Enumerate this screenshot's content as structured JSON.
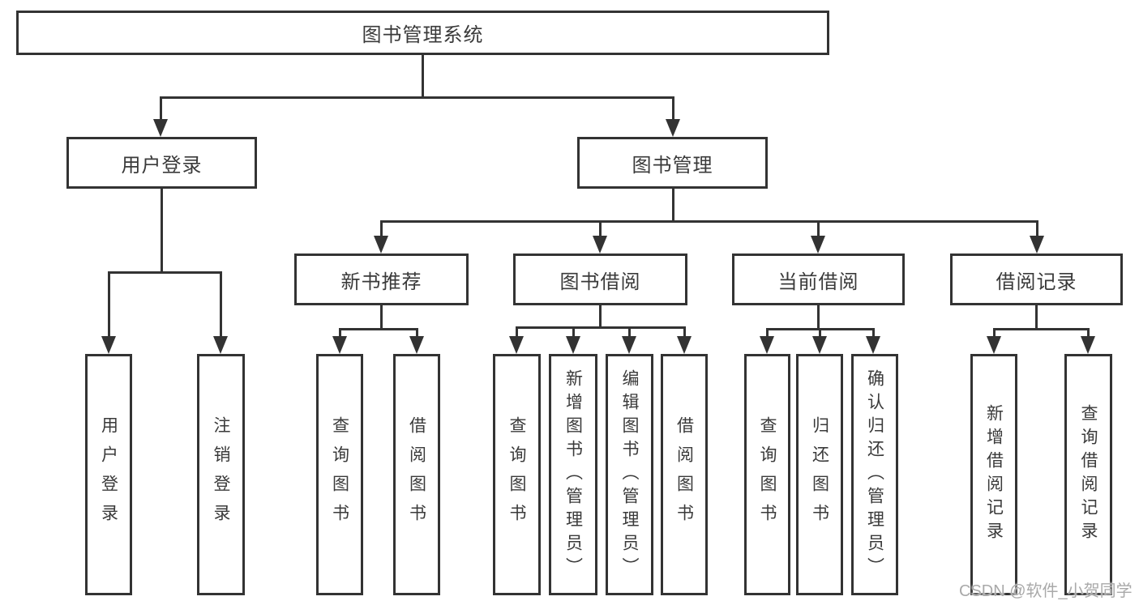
{
  "nodes": {
    "root": "图书管理系统",
    "user_login": "用户登录",
    "book_mgmt": "图书管理",
    "new_book": "新书推荐",
    "book_borrow": "图书借阅",
    "current_borrow": "当前借阅",
    "borrow_record": "借阅记录"
  },
  "leaves": [
    "用户登录",
    "注销登录",
    "查询图书",
    "借阅图书",
    "查询图书",
    "新增图书（管理员）",
    "编辑图书（管理员）",
    "借阅图书",
    "查询图书",
    "归还图书",
    "确认归还（管理员）",
    "新增借阅记录",
    "查询借阅记录"
  ],
  "hierarchy": {
    "图书管理系统": {
      "用户登录": [
        "用户登录",
        "注销登录"
      ],
      "图书管理": {
        "新书推荐": [
          "查询图书",
          "借阅图书"
        ],
        "图书借阅": [
          "查询图书",
          "新增图书（管理员）",
          "编辑图书（管理员）",
          "借阅图书"
        ],
        "当前借阅": [
          "查询图书",
          "归还图书",
          "确认归还（管理员）"
        ],
        "借阅记录": [
          "新增借阅记录",
          "查询借阅记录"
        ]
      }
    }
  },
  "watermark": "CSDN @软件_小贺同学",
  "colors": {
    "line": "#333333",
    "text": "#3a3a3a",
    "watermark": "#a9a9a9",
    "background": "#ffffff"
  }
}
